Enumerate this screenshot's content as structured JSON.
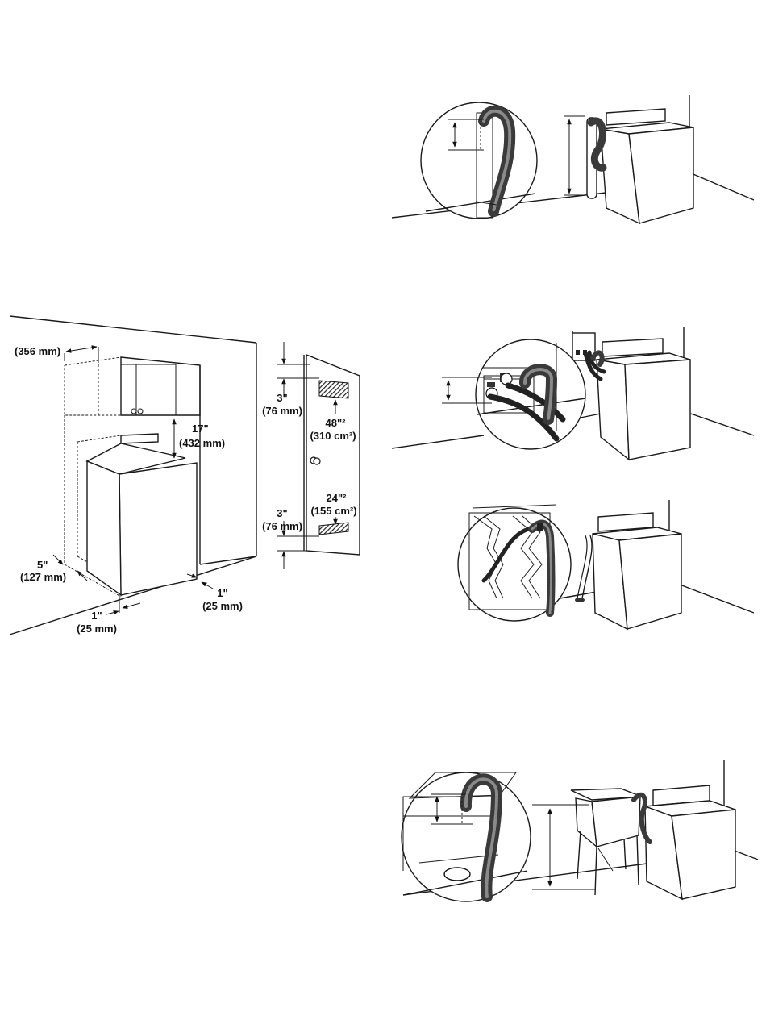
{
  "clearance": {
    "cabinet_width": "(356 mm)",
    "top_gap_in": "17\"",
    "top_gap_mm": "(432 mm)",
    "rear_gap_in": "5\"",
    "rear_gap_mm": "(127 mm)",
    "side_gap_left_in": "1\"",
    "side_gap_left_mm": "(25 mm)",
    "side_gap_right_in": "1\"",
    "side_gap_right_mm": "(25 mm)"
  },
  "door_vents": {
    "top_margin_in": "3\"",
    "top_margin_mm": "(76 mm)",
    "top_area_in": "48\"²",
    "top_area_cm": "(310 cm²)",
    "bottom_area_in": "24\"²",
    "bottom_area_cm": "(155 cm²)",
    "bottom_margin_in": "3\"",
    "bottom_margin_mm": "(76 mm)"
  }
}
